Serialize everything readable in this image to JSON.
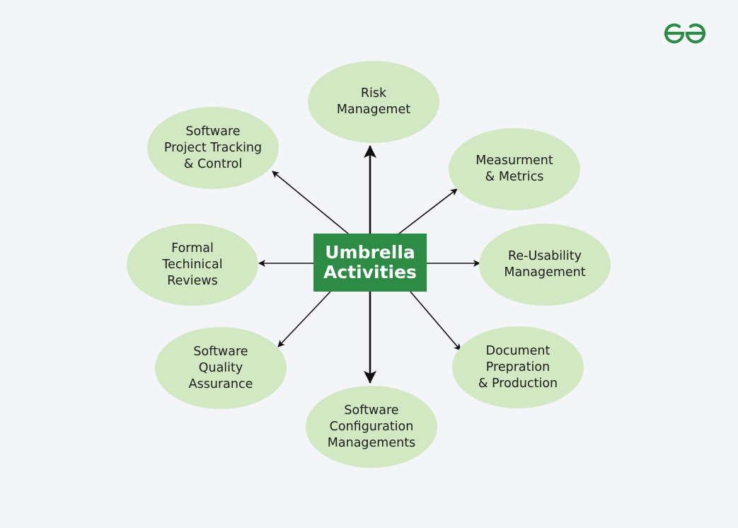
{
  "center": {
    "label": "Umbrella\nActivities"
  },
  "nodes": {
    "risk": "Risk\nManagemet",
    "measurement": "Measurment\n& Metrics",
    "reusability": "Re-Usability\nManagement",
    "document": "Document\nPrepration\n& Production",
    "configuration": "Software\nConfiguration\nManagements",
    "quality": "Software\nQuality\nAssurance",
    "reviews": "Formal\nTechinical\nReviews",
    "tracking": "Software\nProject Tracking\n& Control"
  },
  "colors": {
    "background": "#f3f5f8",
    "center_box": "#2e8b45",
    "node_fill": "#d2e8c3",
    "arrow": "#111111",
    "logo": "#2e8b45"
  },
  "logo": {
    "icon": "geeksforgeeks-logo-icon"
  }
}
